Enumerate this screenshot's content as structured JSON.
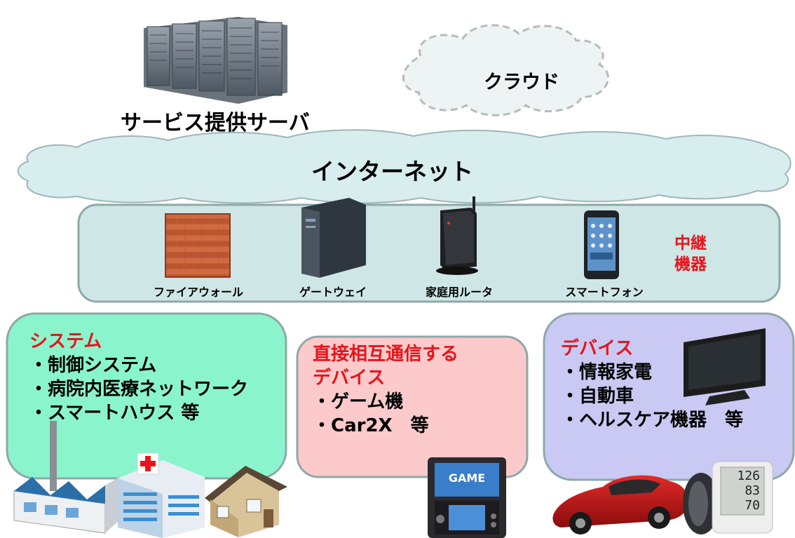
{
  "server": {
    "label": "サービス提供サーバ"
  },
  "cloud": {
    "label": "クラウド"
  },
  "internet": {
    "label": "インターネット"
  },
  "relay": {
    "title_line1": "中継",
    "title_line2": "機器",
    "items": [
      {
        "label": "ファイアウォール",
        "icon": "firewall-brick-icon"
      },
      {
        "label": "ゲートウェイ",
        "icon": "gateway-tower-icon"
      },
      {
        "label": "家庭用ルータ",
        "icon": "router-icon"
      },
      {
        "label": "スマートフォン",
        "icon": "smartphone-icon"
      }
    ]
  },
  "system_box": {
    "title": "システム",
    "lines": [
      "・制御システム",
      "・病院内医療ネットワーク",
      "・スマートハウス 等"
    ]
  },
  "direct_box": {
    "title_line1": "直接相互通信する",
    "title_line2": "デバイス",
    "lines": [
      "・ゲーム機",
      "・Car2X　等"
    ],
    "game_screen": "GAME"
  },
  "device_box": {
    "title": "デバイス",
    "lines": [
      "・情報家電",
      "・自動車",
      "・ヘルスケア機器　等"
    ]
  },
  "monitor": {
    "readings": [
      "126",
      "83",
      "70"
    ]
  },
  "colors": {
    "cloud_fill": "#eef4f4",
    "internet_fill": "#d8edee",
    "relay_fill": "#cfe6e6",
    "system_fill": "#8af5cc",
    "direct_fill": "#fccaca",
    "device_fill": "#c9c9f4",
    "accent_red": "#e8141b"
  }
}
